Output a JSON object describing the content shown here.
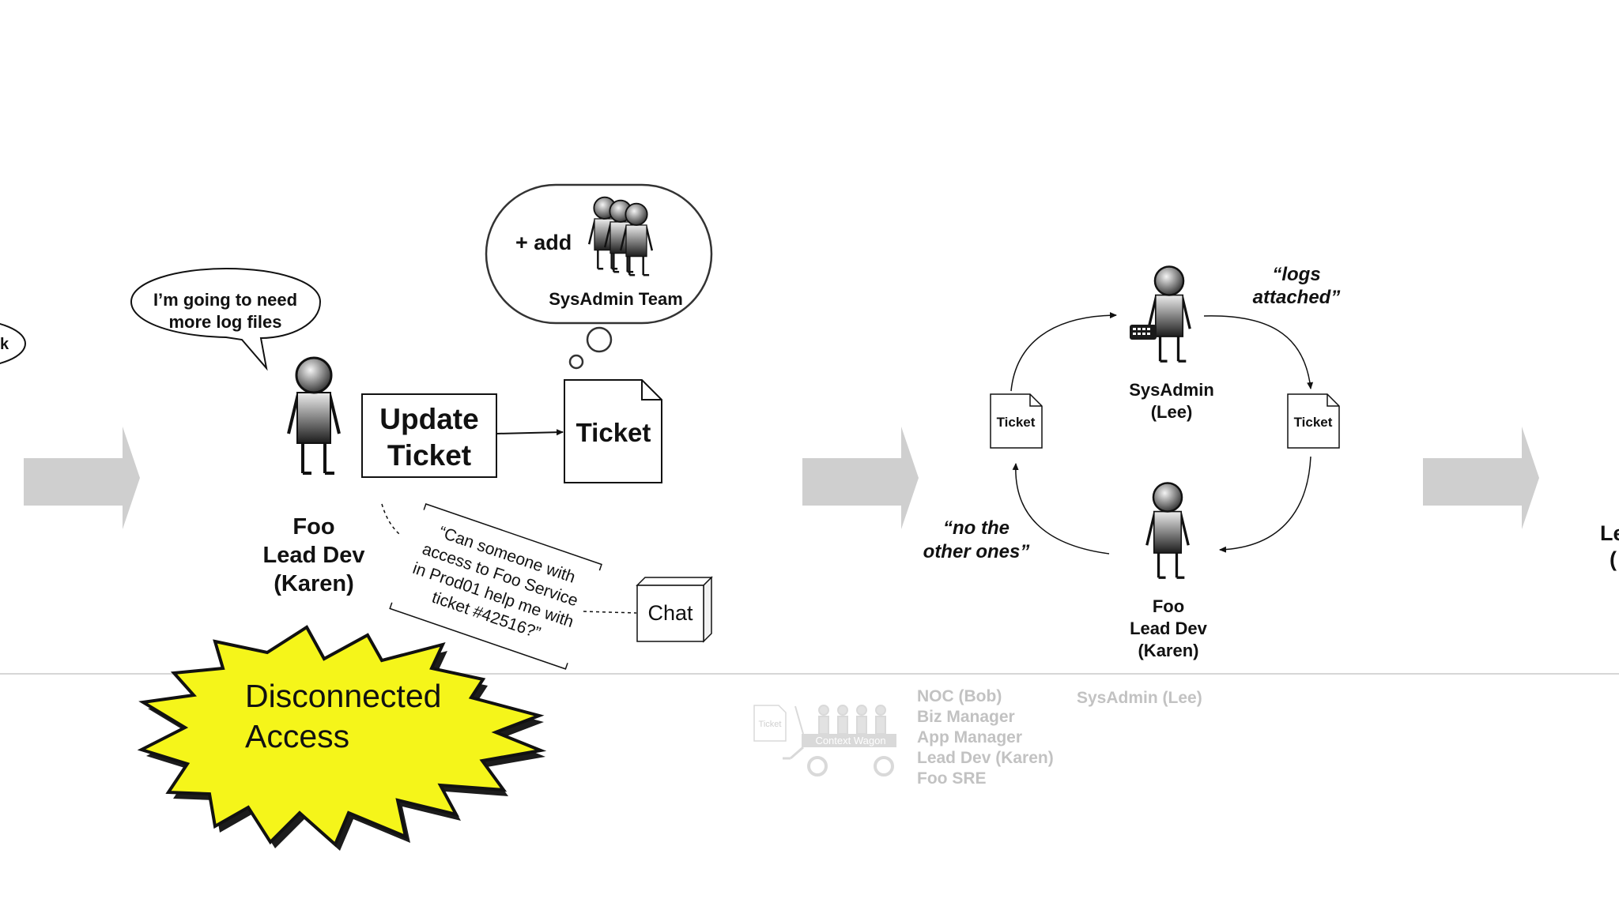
{
  "left_bubble_partial": "k",
  "left_scene": {
    "speech": [
      "I’m going to need",
      "more log files"
    ],
    "thought_add": "+ add",
    "thought_team": "SysAdmin Team",
    "update_ticket": [
      "Update",
      "Ticket"
    ],
    "ticket": "Ticket",
    "person": [
      "Foo",
      "Lead Dev",
      "(Karen)"
    ],
    "chat_message": [
      "“Can someone with",
      "access to Foo Service",
      "in Prod01 help me with",
      "ticket #42516?”"
    ],
    "chat": "Chat",
    "starburst": [
      "Disconnected",
      "Access"
    ]
  },
  "middle_scene": {
    "sysadmin": [
      "SysAdmin",
      "(Lee)"
    ],
    "lead_dev": [
      "Foo",
      "Lead Dev",
      "(Karen)"
    ],
    "ticket_left": "Ticket",
    "ticket_right": "Ticket",
    "quote_logs": [
      "“logs",
      "attached”"
    ],
    "quote_no": [
      "“no the",
      "other ones”"
    ]
  },
  "footer": {
    "wagon_ticket": "Ticket",
    "wagon_label": "Context Wagon",
    "roles": [
      "NOC (Bob)",
      "Biz Manager",
      "App Manager",
      "Lead Dev (Karen)",
      "Foo SRE"
    ],
    "sysadmin": "SysAdmin (Lee)"
  },
  "right_edge_partial": [
    "Le",
    "("
  ],
  "colors": {
    "arrow_gray": "#cfcfcf",
    "starburst_yellow": "#f5f51a",
    "footer_text": "#c2c2c2",
    "divider": "#d6d6d6"
  }
}
